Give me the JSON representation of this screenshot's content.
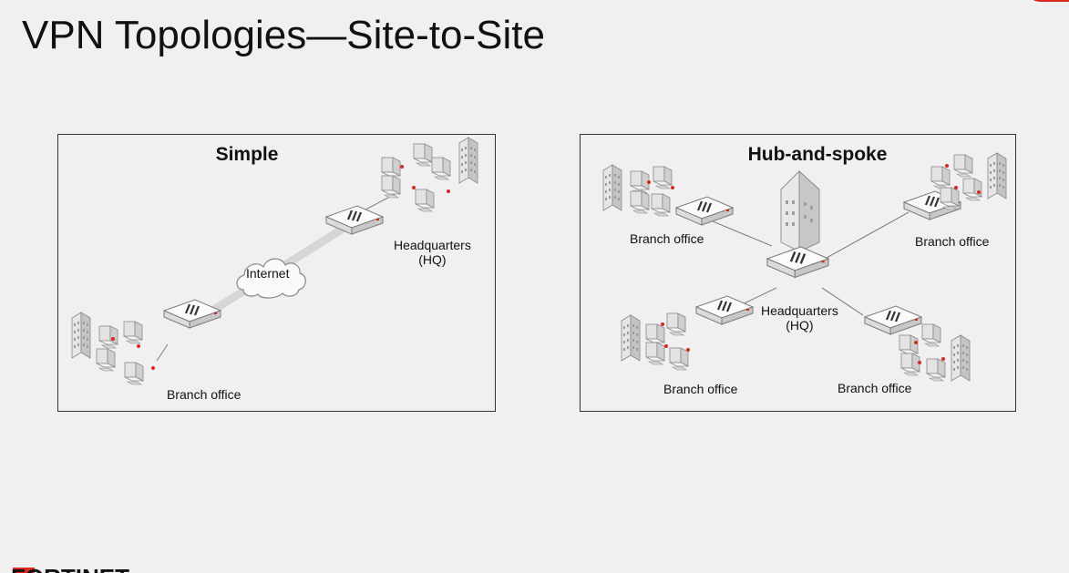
{
  "slide": {
    "title": "VPN Topologies—Site-to-Site"
  },
  "simple": {
    "title": "Simple",
    "internet_label": "Internet",
    "hq_label_line1": "Headquarters",
    "hq_label_line2": "(HQ)",
    "branch_label": "Branch office"
  },
  "hub": {
    "title": "Hub-and-spoke",
    "hq_label_line1": "Headquarters",
    "hq_label_line2": "(HQ)",
    "branch_top_left": "Branch office",
    "branch_top_right": "Branch office",
    "branch_bottom_left": "Branch office",
    "branch_bottom_right": "Branch office"
  },
  "brand": {
    "logo_text": "FORTINET",
    "accent_color": "#da291c"
  },
  "colors": {
    "accent": "#da291c",
    "tunnel": "#d6d6d6",
    "device_face": "#f7f7f7",
    "device_stroke": "#8a8a8a"
  }
}
